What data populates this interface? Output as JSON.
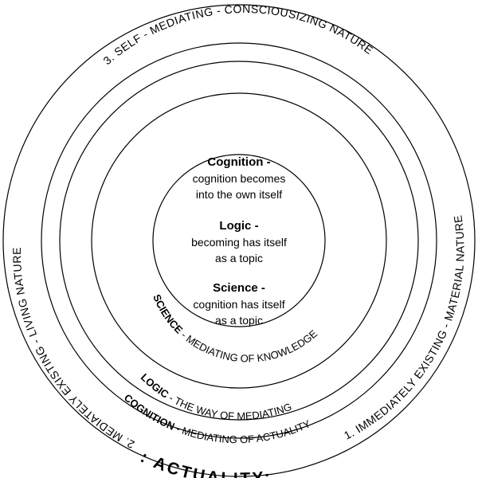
{
  "center": {
    "cognition": {
      "title": "Cognition -",
      "lines": [
        "cognition becomes",
        "into the own itself"
      ]
    },
    "logic": {
      "title": "Logic -",
      "lines": [
        "becoming has itself",
        "as a topic"
      ]
    },
    "science": {
      "title": "Science -",
      "lines": [
        "cognition has itself",
        "as a topic"
      ]
    }
  },
  "rings": {
    "science": {
      "head": "SCIENCE",
      "rest": " - MEDIATING OF KNOWLEDGE"
    },
    "logic": {
      "head": "LOGIC",
      "rest": " - THE WAY OF MEDIATING"
    },
    "cognition": {
      "head": "COGNITION",
      "rest": " - MEDIATING OF ACTUALITY"
    },
    "outer_top": "3. SELF - MEDIATING - CONSCIOUSIZING NATURE",
    "outer_right": "1. IMMEDIATELY EXISTING - MATERIAL NATURE",
    "outer_left": "2. MEDIATELY EXISTING - LIVING NATURE",
    "actuality": ": ACTUALITY:"
  }
}
